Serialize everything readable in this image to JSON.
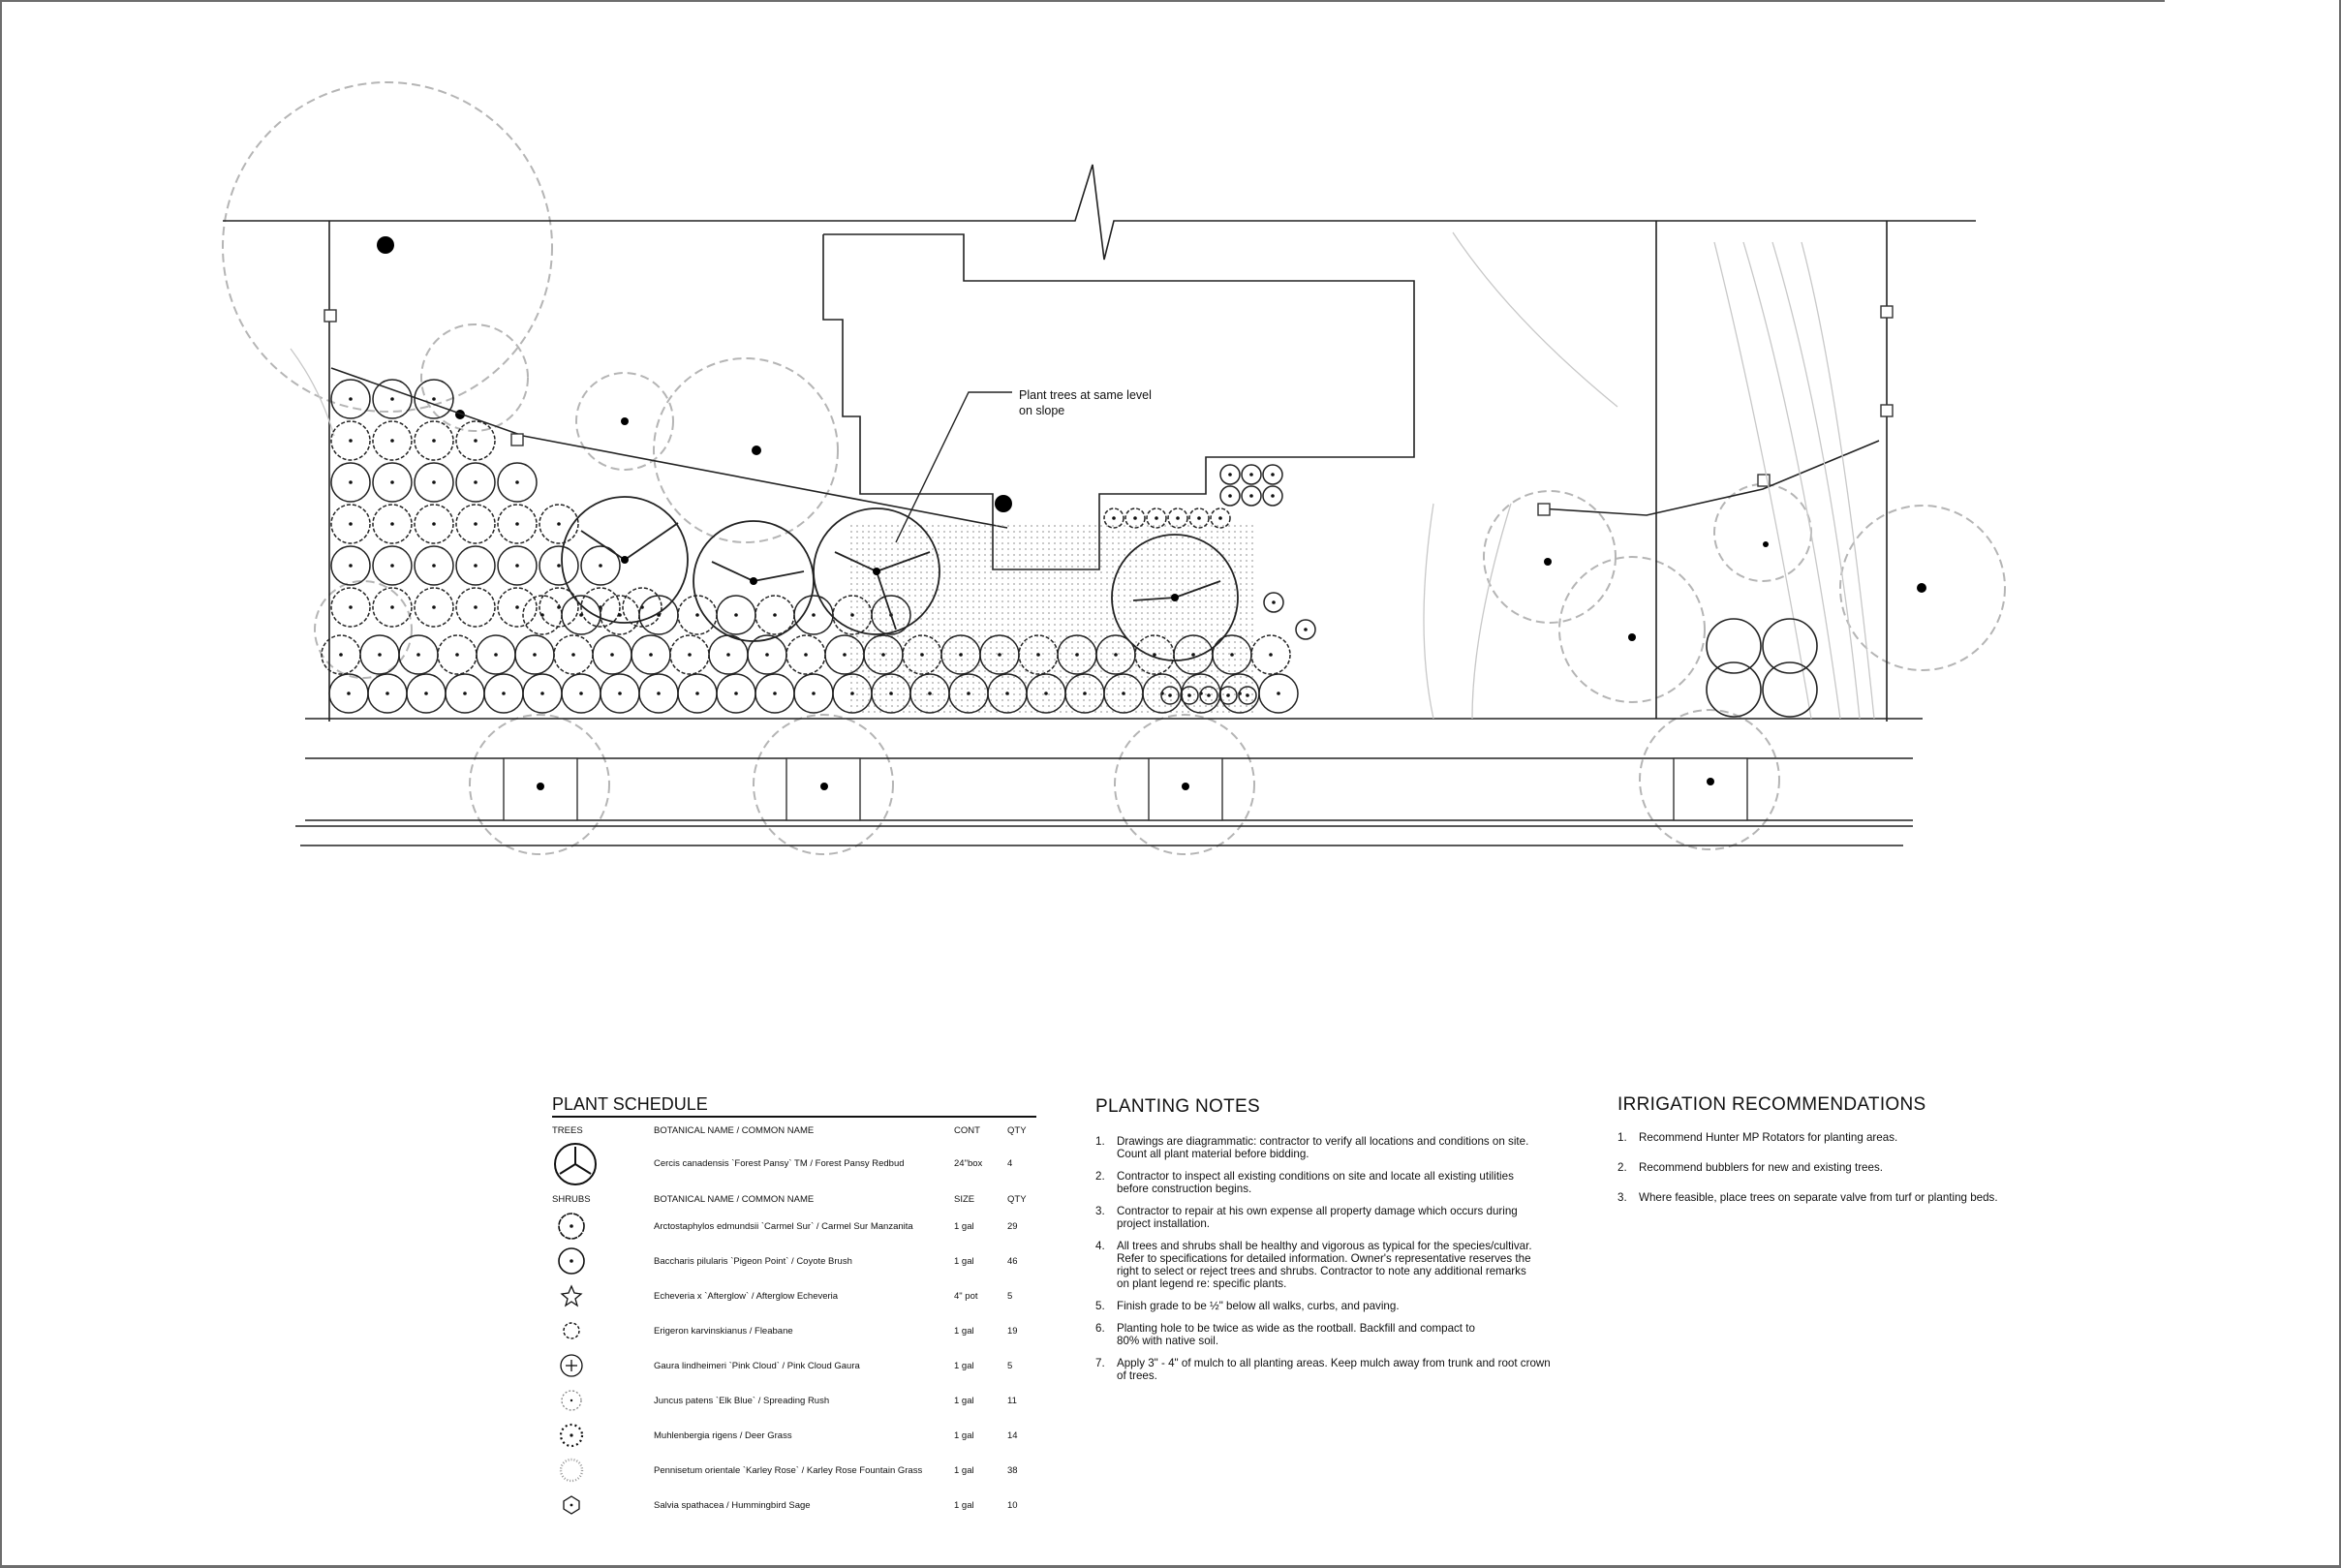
{
  "callout": {
    "line1": "Plant trees at same level",
    "line2": "on slope"
  },
  "schedule": {
    "title": "PLANT SCHEDULE",
    "trees_header": {
      "category": "TREES",
      "name": "BOTANICAL NAME / COMMON NAME",
      "size": "CONT",
      "qty": "QTY"
    },
    "trees": [
      {
        "symbol": "tree-icon",
        "name": "Cercis canadensis `Forest Pansy` TM / Forest Pansy Redbud",
        "size": "24\"box",
        "qty": "4"
      }
    ],
    "shrubs_header": {
      "category": "SHRUBS",
      "name": "BOTANICAL NAME / COMMON NAME",
      "size": "SIZE",
      "qty": "QTY"
    },
    "shrubs": [
      {
        "symbol": "manzanita-icon",
        "name": "Arctostaphylos edmundsii `Carmel Sur` / Carmel Sur Manzanita",
        "size": "1 gal",
        "qty": "29"
      },
      {
        "symbol": "coyote-brush-icon",
        "name": "Baccharis pilularis `Pigeon Point` / Coyote Brush",
        "size": "1 gal",
        "qty": "46"
      },
      {
        "symbol": "echeveria-icon",
        "name": "Echeveria x `Afterglow` / Afterglow Echeveria",
        "size": "4\" pot",
        "qty": "5"
      },
      {
        "symbol": "fleabane-icon",
        "name": "Erigeron karvinskianus / Fleabane",
        "size": "1 gal",
        "qty": "19"
      },
      {
        "symbol": "gaura-icon",
        "name": "Gaura lindheimeri `Pink Cloud` / Pink Cloud Gaura",
        "size": "1 gal",
        "qty": "5"
      },
      {
        "symbol": "rush-icon",
        "name": "Juncus patens `Elk Blue` / Spreading Rush",
        "size": "1 gal",
        "qty": "11"
      },
      {
        "symbol": "deer-grass-icon",
        "name": "Muhlenbergia rigens / Deer Grass",
        "size": "1 gal",
        "qty": "14"
      },
      {
        "symbol": "fountain-grass-icon",
        "name": "Pennisetum orientale `Karley Rose` / Karley Rose Fountain Grass",
        "size": "1 gal",
        "qty": "38"
      },
      {
        "symbol": "sage-icon",
        "name": "Salvia spathacea / Hummingbird Sage",
        "size": "1 gal",
        "qty": "10"
      }
    ]
  },
  "planting_notes": {
    "title": "PLANTING NOTES",
    "items": [
      {
        "num": "1.",
        "line1": "Drawings are diagrammatic: contractor to verify all locations and conditions on site.",
        "line2": "Count all plant material before bidding.",
        "line3": "",
        "line4": ""
      },
      {
        "num": "2.",
        "line1": "Contractor to inspect all existing conditions on site and locate all existing utilities",
        "line2": "before construction begins.",
        "line3": "",
        "line4": ""
      },
      {
        "num": "3.",
        "line1": "Contractor to repair at his own expense all property damage which occurs during",
        "line2": "project installation.",
        "line3": "",
        "line4": ""
      },
      {
        "num": "4.",
        "line1": "All trees and shrubs shall be healthy and vigorous as typical for the species/cultivar.",
        "line2": "Refer to specifications for detailed information. Owner's representative reserves the",
        "line3": "right to select or reject trees and shrubs. Contractor to note any additional remarks",
        "line4": "on plant legend re: specific plants."
      },
      {
        "num": "5.",
        "line1": "Finish grade to be ½\" below all walks, curbs, and paving.",
        "line2": "",
        "line3": "",
        "line4": ""
      },
      {
        "num": "6.",
        "line1": "Planting hole to be twice as wide as the rootball. Backfill and compact to",
        "line2": "80% with native soil.",
        "line3": "",
        "line4": ""
      },
      {
        "num": "7.",
        "line1": "Apply 3\" - 4\" of mulch to all planting areas. Keep mulch away from trunk and root crown",
        "line2": "of trees.",
        "line3": "",
        "line4": ""
      }
    ]
  },
  "irrigation": {
    "title": "IRRIGATION RECOMMENDATIONS",
    "items": [
      {
        "num": "1.",
        "text": "Recommend Hunter MP Rotators for planting areas."
      },
      {
        "num": "2.",
        "text": "Recommend bubblers for new and existing trees."
      },
      {
        "num": "3.",
        "text": "Where feasible, place trees on separate valve from turf or planting beds."
      }
    ]
  }
}
